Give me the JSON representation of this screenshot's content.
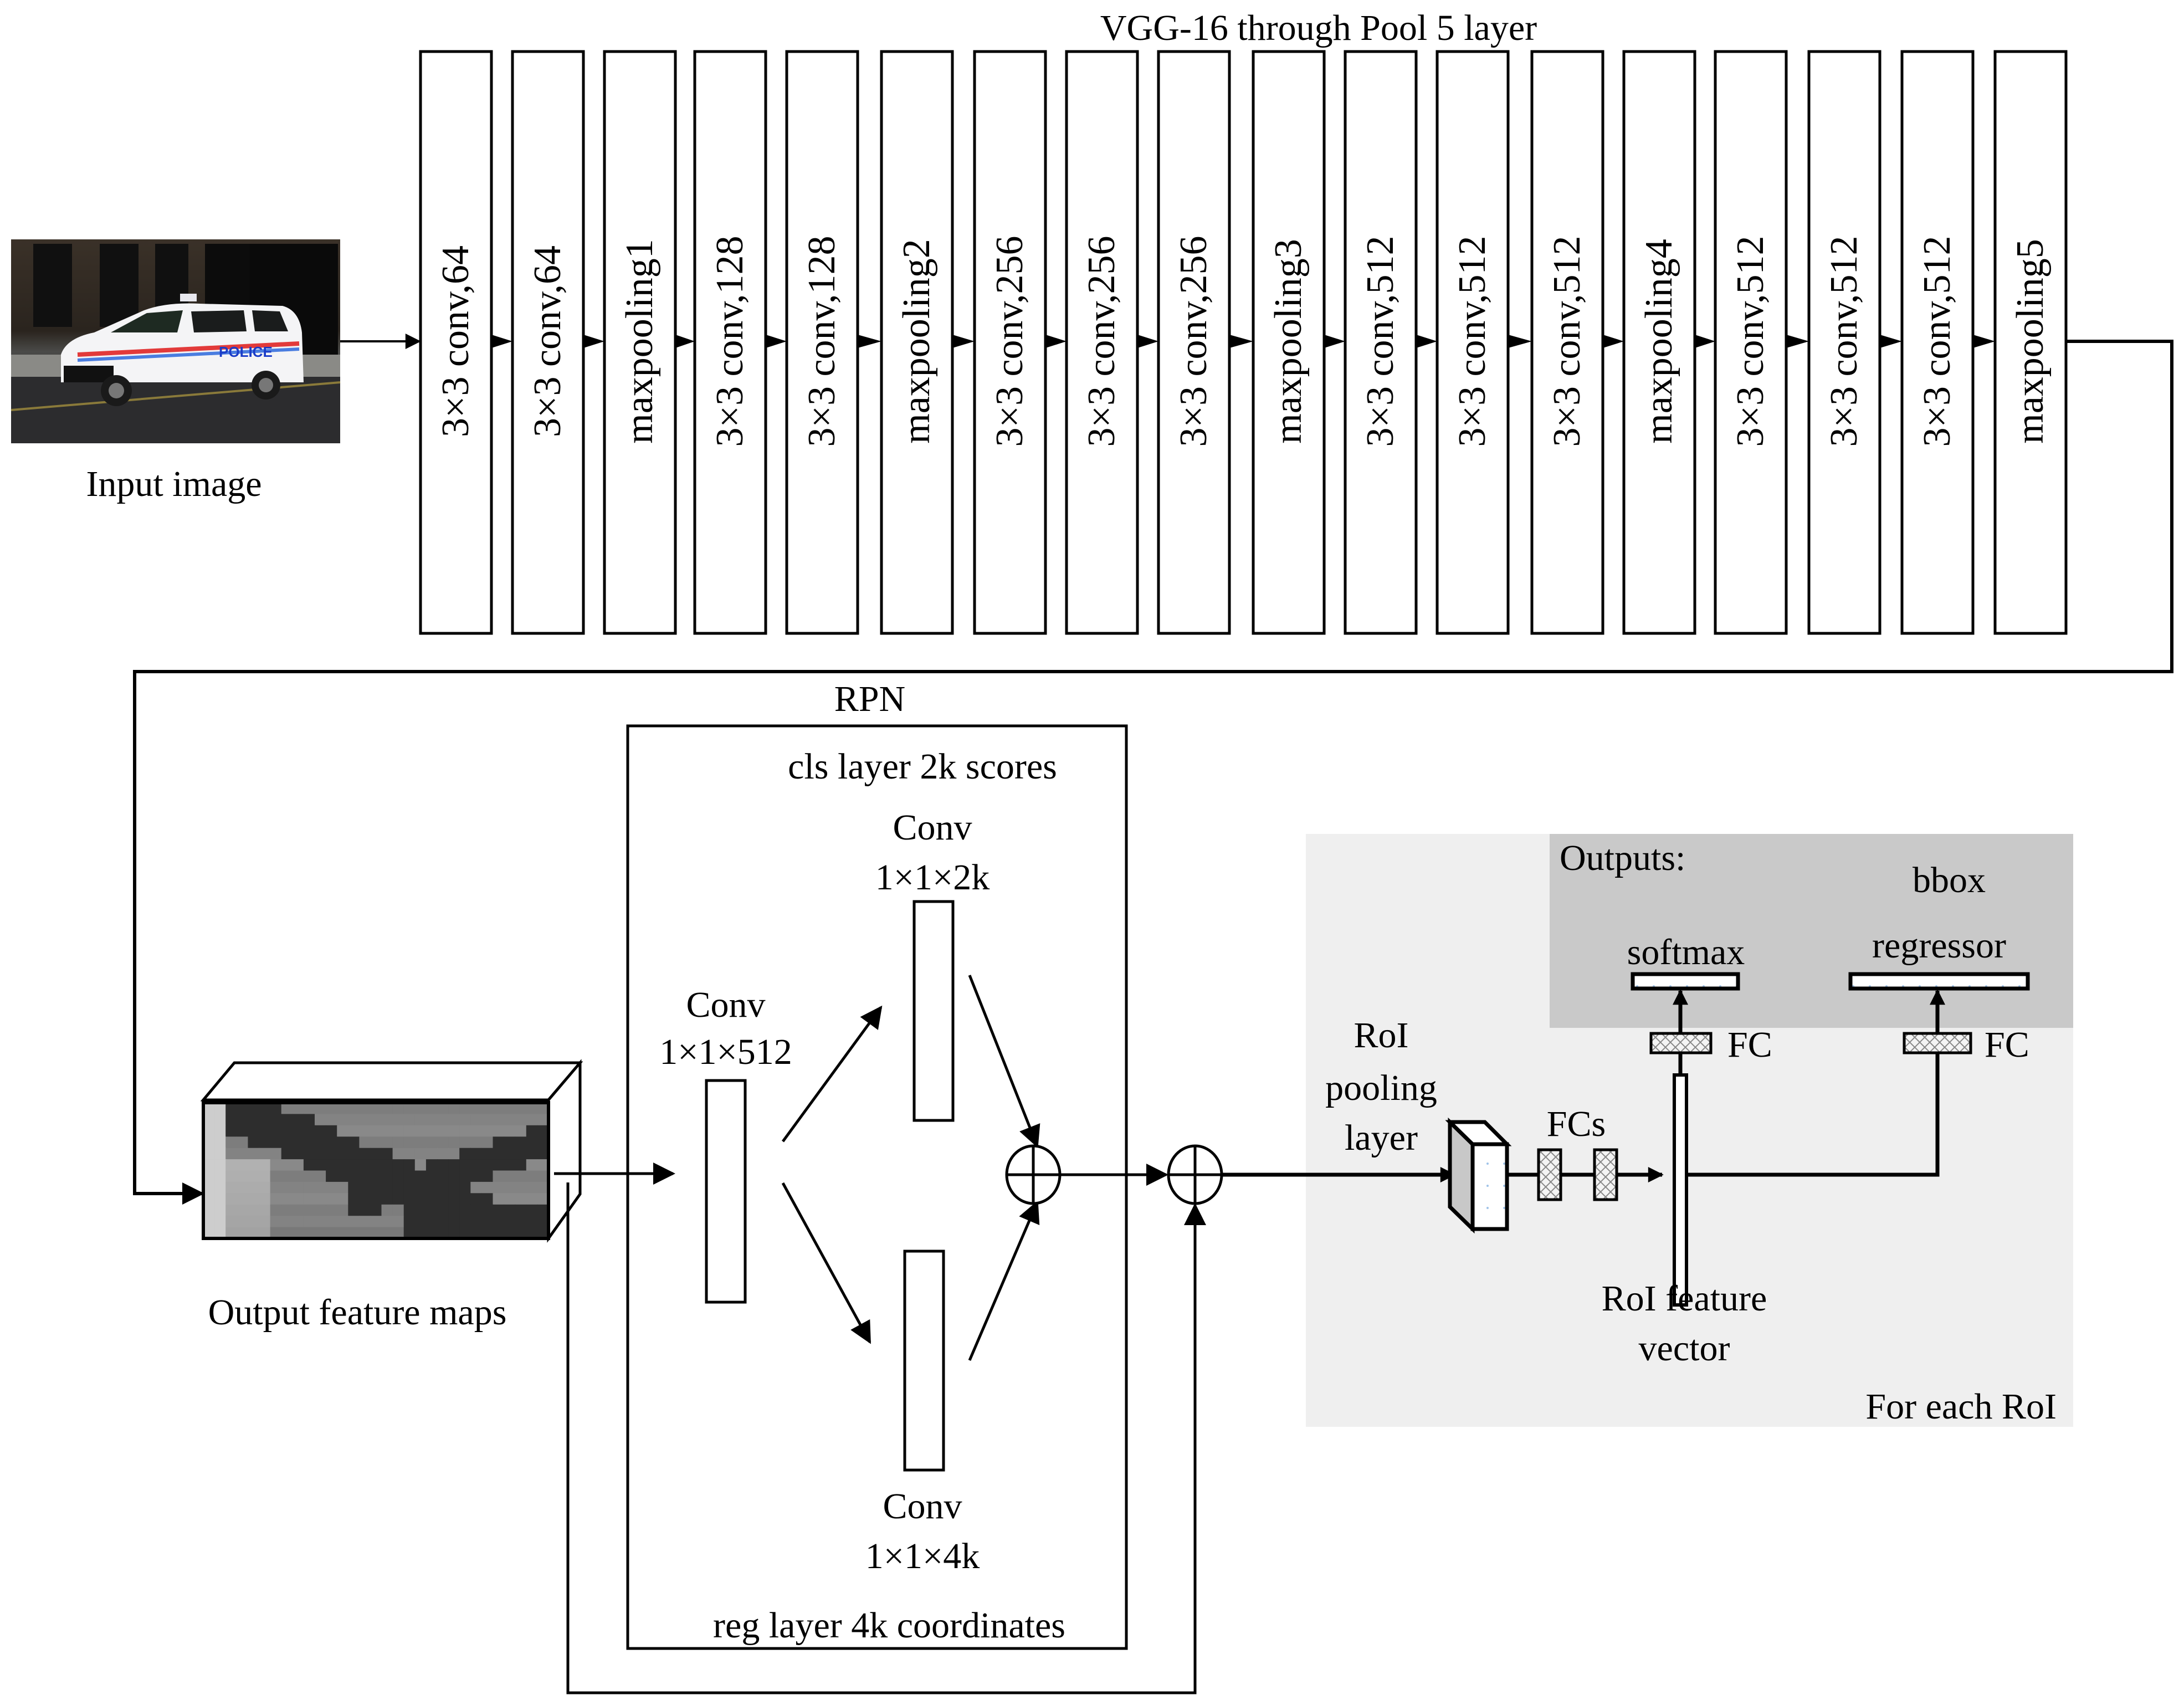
{
  "title": "VGG-16 through Pool 5 layer",
  "input_image": {
    "label": "Input image",
    "scene": "white police car parked on street in front of building",
    "car_text": "POLICE"
  },
  "vgg_layers": [
    "3×3 conv,64",
    "3×3 conv,64",
    "maxpooling1",
    "3×3 conv,128",
    "3×3 conv,128",
    "maxpooling2",
    "3×3 conv,256",
    "3×3 conv,256",
    "3×3 conv,256",
    "maxpooling3",
    "3×3 conv,512",
    "3×3 conv,512",
    "3×3 conv,512",
    "maxpooling4",
    "3×3 conv,512",
    "3×3 conv,512",
    "3×3 conv,512",
    "maxpooling5"
  ],
  "feature_maps": {
    "label": "Output feature maps"
  },
  "rpn": {
    "title": "RPN",
    "cls_label": "cls layer 2k scores",
    "reg_label": "reg layer 4k coordinates",
    "conv_main": {
      "line1": "Conv",
      "line2": "1×1×512"
    },
    "conv_cls": {
      "line1": "Conv",
      "line2": "1×1×2k"
    },
    "conv_reg": {
      "line1": "Conv",
      "line2": "1×1×4k"
    }
  },
  "head": {
    "outputs_label": "Outputs:",
    "softmax_label": "softmax",
    "bbox_label_1": "bbox",
    "bbox_label_2": "regressor",
    "fc_label_left": "FC",
    "fc_label_right": "FC",
    "roi_pool": {
      "line1": "RoI",
      "line2": "pooling",
      "line3": "layer"
    },
    "fcs_label": "FCs",
    "roi_vector": {
      "line1": "RoI feature",
      "line2": "vector"
    },
    "for_each": "For each RoI"
  },
  "colors": {
    "line": "#000000",
    "head_panel": "#efefef",
    "outputs_panel": "#c9c9c9",
    "fc_fill": "#dcdcdc"
  }
}
